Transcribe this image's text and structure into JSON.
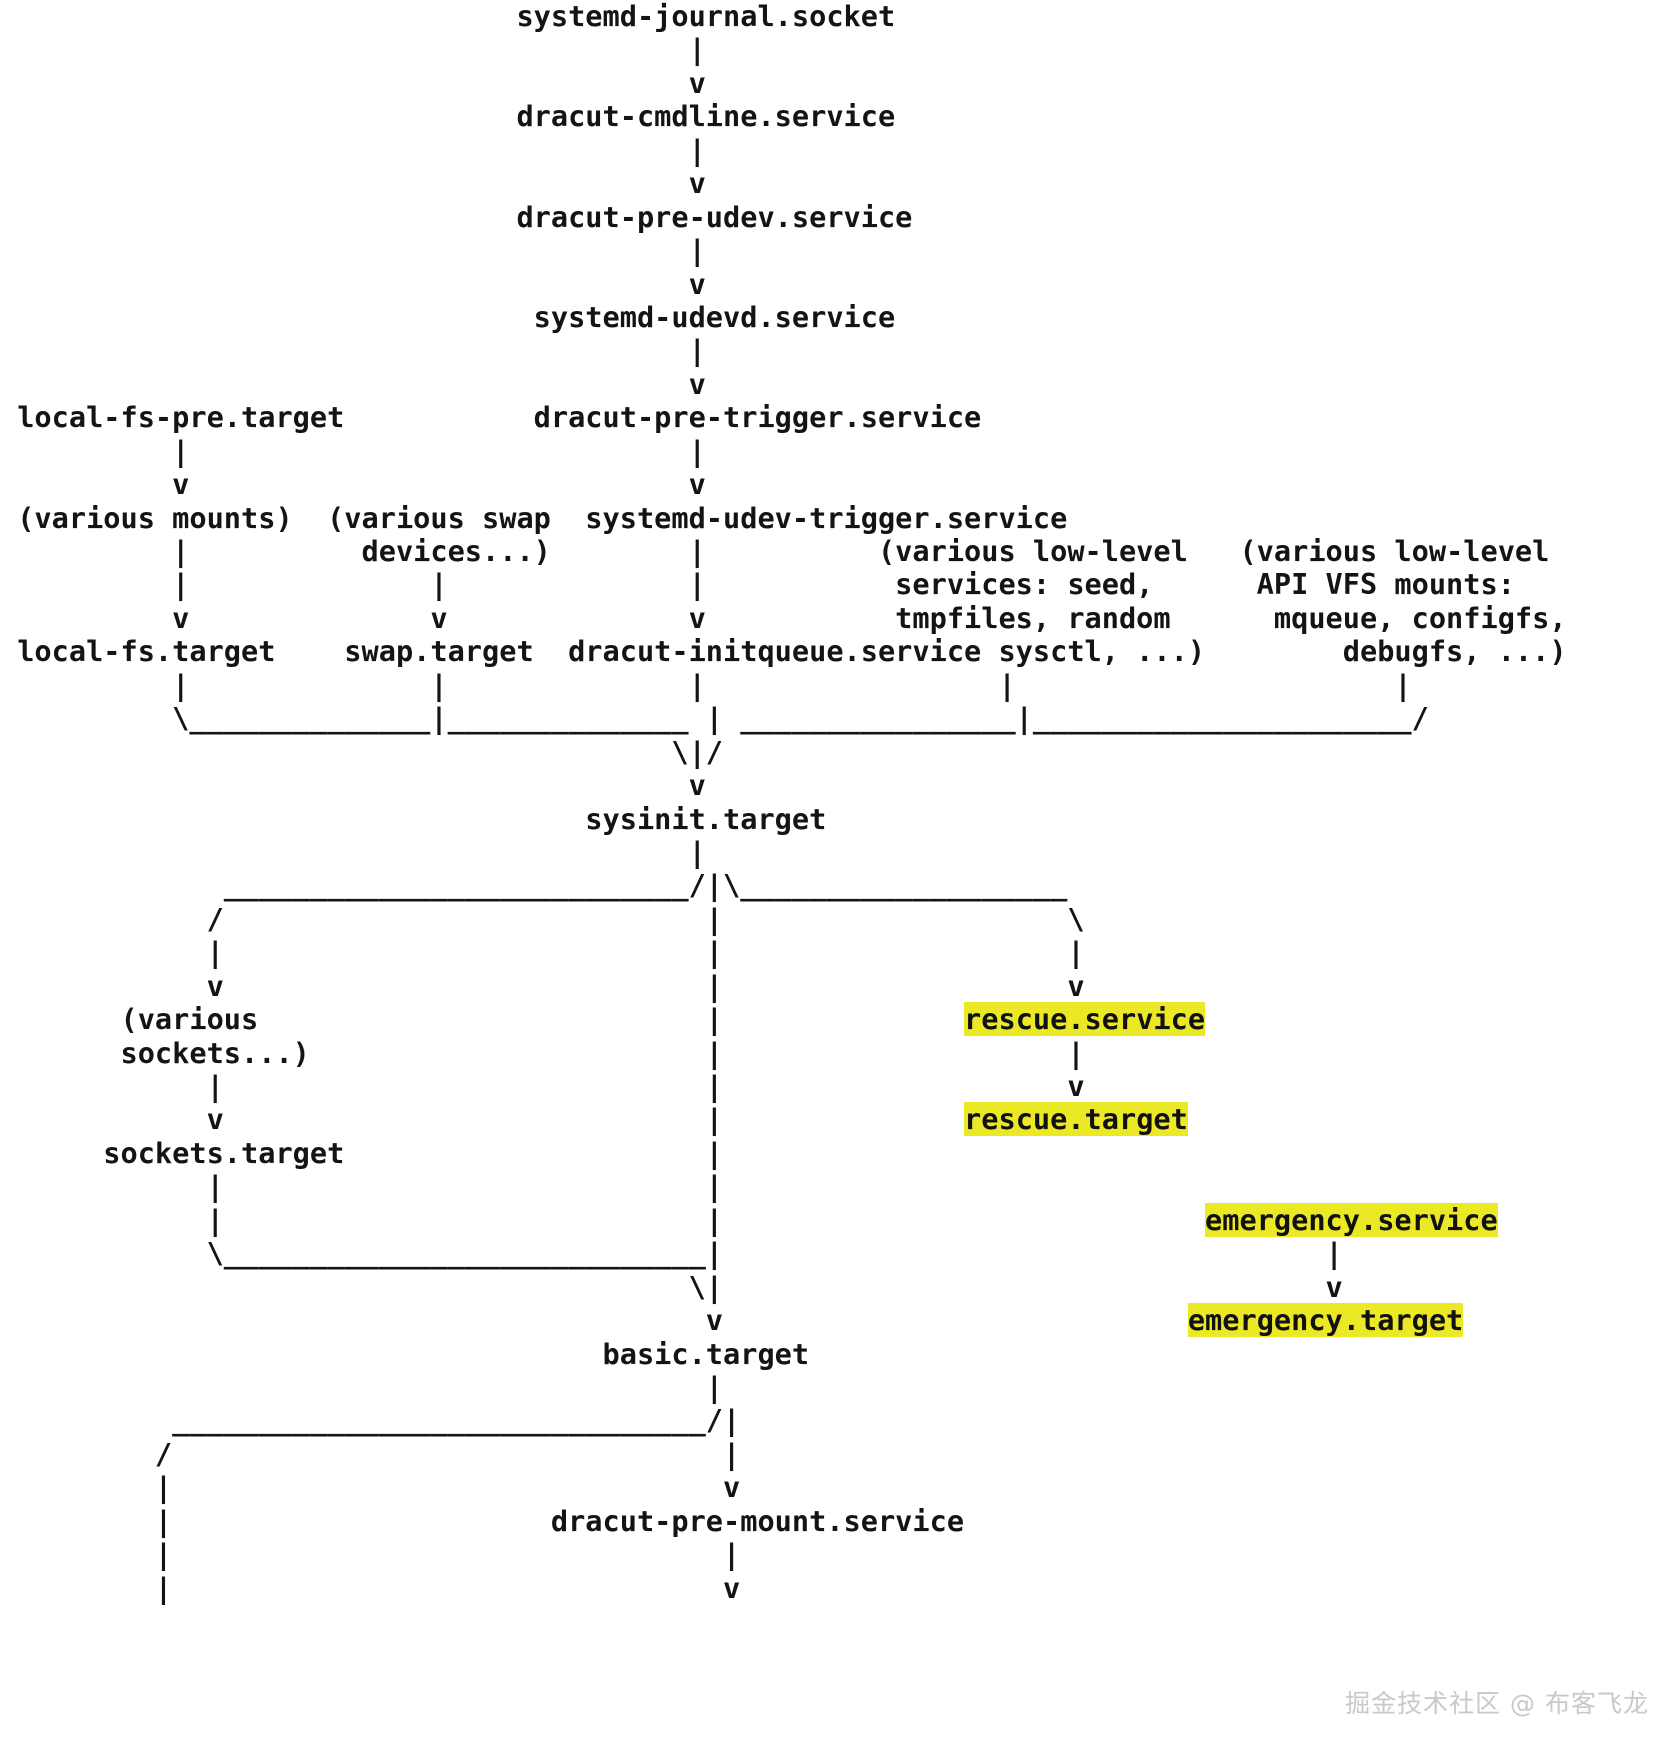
{
  "diagram": {
    "title": "systemd bootup: initrd / early boot unit dependency chart",
    "type": "ascii-flowchart",
    "font": "monospace",
    "highlight_color": "#ebe825",
    "text_color": "#141414",
    "background_color": "#ffffff",
    "nodes": [
      "systemd-journal.socket",
      "dracut-cmdline.service",
      "dracut-pre-udev.service",
      "systemd-udevd.service",
      "dracut-pre-trigger.service",
      "systemd-udev-trigger.service",
      "dracut-initqueue.service",
      "local-fs-pre.target",
      "(various mounts)",
      "local-fs.target",
      "(various swap devices...)",
      "swap.target",
      "(various low-level services: seed, tmpfiles, random sysctl, ...)",
      "(various low-level API VFS mounts: mqueue, configfs, debugfs, ...)",
      "sysinit.target",
      "(various sockets...)",
      "sockets.target",
      "rescue.service",
      "rescue.target",
      "emergency.service",
      "emergency.target",
      "basic.target",
      "dracut-pre-mount.service"
    ],
    "highlighted_nodes": [
      "rescue.service",
      "rescue.target",
      "emergency.service",
      "emergency.target"
    ],
    "edges": [
      {
        "from": "systemd-journal.socket",
        "to": "dracut-cmdline.service"
      },
      {
        "from": "dracut-cmdline.service",
        "to": "dracut-pre-udev.service"
      },
      {
        "from": "dracut-pre-udev.service",
        "to": "systemd-udevd.service"
      },
      {
        "from": "systemd-udevd.service",
        "to": "dracut-pre-trigger.service"
      },
      {
        "from": "dracut-pre-trigger.service",
        "to": "systemd-udev-trigger.service"
      },
      {
        "from": "systemd-udev-trigger.service",
        "to": "dracut-initqueue.service"
      },
      {
        "from": "local-fs-pre.target",
        "to": "(various mounts)"
      },
      {
        "from": "(various mounts)",
        "to": "local-fs.target"
      },
      {
        "from": "(various swap devices...)",
        "to": "swap.target"
      },
      {
        "from": "local-fs.target",
        "to": "sysinit.target"
      },
      {
        "from": "swap.target",
        "to": "sysinit.target"
      },
      {
        "from": "dracut-initqueue.service",
        "to": "sysinit.target"
      },
      {
        "from": "(various low-level services: seed, tmpfiles, random sysctl, ...)",
        "to": "sysinit.target"
      },
      {
        "from": "(various low-level API VFS mounts: mqueue, configfs, debugfs, ...)",
        "to": "sysinit.target"
      },
      {
        "from": "sysinit.target",
        "to": "(various sockets...)"
      },
      {
        "from": "(various sockets...)",
        "to": "sockets.target"
      },
      {
        "from": "sockets.target",
        "to": "basic.target"
      },
      {
        "from": "sysinit.target",
        "to": "basic.target"
      },
      {
        "from": "sysinit.target",
        "to": "rescue.service"
      },
      {
        "from": "rescue.service",
        "to": "rescue.target"
      },
      {
        "from": "emergency.service",
        "to": "emergency.target"
      },
      {
        "from": "basic.target",
        "to": "dracut-pre-mount.service"
      }
    ],
    "rows": [
      {
        "id": "r01",
        "text": "                              systemd-journal.socket"
      },
      {
        "id": "r02",
        "text": "                                        |"
      },
      {
        "id": "r03",
        "text": "                                        v"
      },
      {
        "id": "r04",
        "text": "                              dracut-cmdline.service"
      },
      {
        "id": "r05",
        "text": "                                        |"
      },
      {
        "id": "r06",
        "text": "                                        v"
      },
      {
        "id": "r07",
        "text": "                              dracut-pre-udev.service"
      },
      {
        "id": "r08",
        "text": "                                        |"
      },
      {
        "id": "r09",
        "text": "                                        v"
      },
      {
        "id": "r10",
        "text": "                               systemd-udevd.service"
      },
      {
        "id": "r11",
        "text": "                                        |"
      },
      {
        "id": "r12",
        "text": "                                        v"
      },
      {
        "id": "r13",
        "text": " local-fs-pre.target           dracut-pre-trigger.service"
      },
      {
        "id": "r14",
        "text": "          |                             |"
      },
      {
        "id": "r15",
        "text": "          v                             v"
      },
      {
        "id": "r16",
        "text": " (various mounts)  (various swap  systemd-udev-trigger.service"
      },
      {
        "id": "r17",
        "text": "          |          devices...)        |          (various low-level   (various low-level"
      },
      {
        "id": "r18",
        "text": "          |              |              |           services: seed,      API VFS mounts:"
      },
      {
        "id": "r19",
        "text": "          v              v              v           tmpfiles, random      mqueue, configfs,"
      },
      {
        "id": "r20",
        "text": " local-fs.target    swap.target  dracut-initqueue.service sysctl, ...)        debugfs, ...)"
      },
      {
        "id": "r21",
        "text": "          |              |              |                 |                      |"
      },
      {
        "id": "r22",
        "text": "          \\______________|______________ | ________________|______________________/"
      },
      {
        "id": "r23",
        "text": "                                       \\|/"
      },
      {
        "id": "r24",
        "text": "                                        v"
      },
      {
        "id": "r25",
        "text": "                                  sysinit.target"
      },
      {
        "id": "r26",
        "text": "                                        |"
      },
      {
        "id": "r27",
        "text": "             ___________________________/|\\___________________"
      },
      {
        "id": "r28",
        "text": "            /                            |                    \\"
      },
      {
        "id": "r29",
        "text": "            |                            |                    |"
      },
      {
        "id": "r30",
        "text": "            v                            |                    v"
      },
      {
        "id": "r31",
        "text": "       (various                          |              rescue.service"
      },
      {
        "id": "r32",
        "text": "       sockets...)                       |                    |"
      },
      {
        "id": "r33",
        "text": "            |                            |                    v"
      },
      {
        "id": "r34",
        "text": "            v                            |              rescue.target"
      },
      {
        "id": "r35",
        "text": "      sockets.target                     |"
      },
      {
        "id": "r36",
        "text": "            |                            |"
      },
      {
        "id": "r37",
        "text": "            |                            |                            emergency.service"
      },
      {
        "id": "r38",
        "text": "            \\____________________________|                                   |"
      },
      {
        "id": "r39",
        "text": "                                        \\|                                   v"
      },
      {
        "id": "r40",
        "text": "                                         v                           emergency.target"
      },
      {
        "id": "r41",
        "text": "                                   basic.target"
      },
      {
        "id": "r42",
        "text": "                                         |"
      },
      {
        "id": "r43",
        "text": "          _______________________________/|"
      },
      {
        "id": "r44",
        "text": "         /                                |"
      },
      {
        "id": "r45",
        "text": "         |                                v"
      },
      {
        "id": "r46",
        "text": "         |                      dracut-pre-mount.service"
      },
      {
        "id": "r47",
        "text": "         |                                |"
      },
      {
        "id": "r48",
        "text": "         |                                v"
      }
    ]
  },
  "watermark": {
    "text": "掘金技术社区 @ 布客飞龙"
  }
}
